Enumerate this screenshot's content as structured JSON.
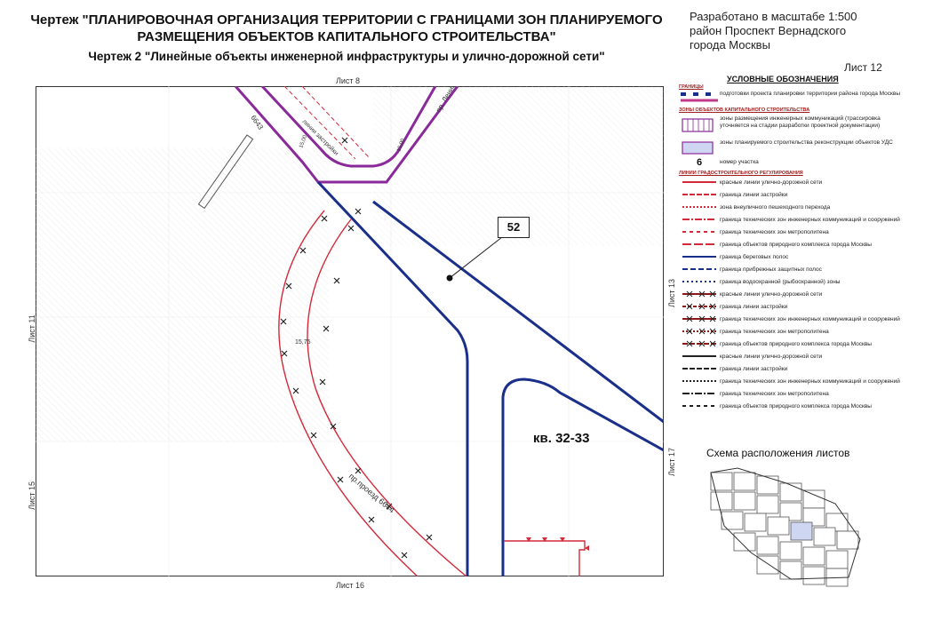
{
  "header": {
    "title_line1": "Чертеж \"ПЛАНИРОВОЧНАЯ ОРГАНИЗАЦИЯ ТЕРРИТОРИИ С ГРАНИЦАМИ ЗОН ПЛАНИРУЕМОГО",
    "title_line2": "РАЗМЕЩЕНИЯ ОБЪЕКТОВ КАПИТАЛЬНОГО СТРОИТЕЛЬСТВА\"",
    "subtitle": "Чертеж 2 \"Линейные объекты инженерной инфраструктуры и улично-дорожной сети\"",
    "info_line1": "Разработано в масштабе 1:500",
    "info_line2": "район Проспект Вернадского",
    "info_line3": "города Москвы",
    "sheet": "Лист 12"
  },
  "map": {
    "sheet_top": "Лист 8",
    "sheet_bottom": "Лист 16",
    "sheet_left_upper": "Лист 11",
    "sheet_left_lower": "Лист 15",
    "sheet_right_upper": "Лист 13",
    "sheet_right_lower": "Лист 17",
    "callout_number": "52",
    "quarter_label": "кв. 32-33",
    "road_label_top": "6643",
    "road_label_bottom": "пр.проезд 6644",
    "road_label_dim1": "15,75",
    "road_label_dim2": "15,00",
    "road_label_dim3": "15,00",
    "street_label": "пр. Ленинский",
    "line_label": "линии застройки"
  },
  "legend": {
    "title": "УСЛОВНЫЕ ОБОЗНАЧЕНИЯ",
    "head_borders": "ГРАНИЦЫ",
    "items_top": [
      "подготовки проекта планировки территории района города Москвы"
    ],
    "head_zones": "ЗОНЫ ОБЪЕКТОВ КАПИТАЛЬНОГО СТРОИТЕЛЬСТВА",
    "items_zones": [
      "зоны размещения инженерных коммуникаций (трассировка уточняется на стадии разработки проектной документации)",
      "зоны планируемого строительства реконструкции объектов УДС",
      "номер участка"
    ],
    "parcel_sample": "6",
    "head_lines": "ЛИНИИ ГРАДОСТРОИТЕЛЬНОГО РЕГУЛИРОВАНИЯ",
    "items_lines": [
      "красные линии улично-дорожной сети",
      "граница линии застройки",
      "зона внеуличного пешеходного перехода",
      "граница технических зон инженерных коммуникаций и сооружений",
      "граница технических зон метрополитена",
      "граница объектов природного комплекса города Москвы",
      "граница береговых полос",
      "граница прибрежных защитных полос",
      "граница водоохранной (рыбоохранной) зоны",
      "красные линии улично-дорожной сети",
      "граница линии застройки",
      "граница технических зон инженерных коммуникаций и сооружений",
      "граница технических зон метрополитена",
      "граница объектов природного комплекса города Москвы",
      "красные линии улично-дорожной сети",
      "граница линии застройки",
      "граница технических зон инженерных коммуникаций и сооружений",
      "граница технических зон метрополитена",
      "граница объектов природного комплекса города Москвы"
    ]
  },
  "scheme": {
    "title": "Схема расположения листов"
  },
  "colors": {
    "road_blue": "#1a2f8a",
    "red_line": "#d42a3a",
    "purple_border": "#8a2a9a",
    "highlight": "#cfd6f2"
  }
}
